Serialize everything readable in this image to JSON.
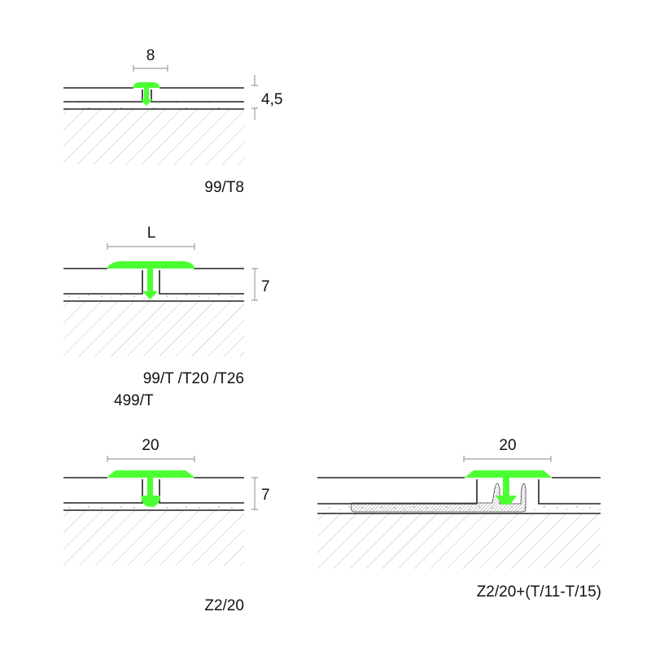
{
  "colors": {
    "profile": "#4cff33",
    "line": "#222222",
    "hatch": "#bdbdbd",
    "dim": "#888888"
  },
  "panels": [
    {
      "id": "99-T8",
      "width_dim": "8",
      "height_dim": "4,5",
      "caption_lines": [
        "99/T8"
      ]
    },
    {
      "id": "99-T",
      "width_dim": "L",
      "height_dim": "7",
      "caption_lines": [
        "99/T /T20 /T26",
        "499/T"
      ]
    },
    {
      "id": "Z2-20",
      "width_dim": "20",
      "height_dim": "7",
      "caption_lines": [
        "Z2/20"
      ]
    },
    {
      "id": "Z2-20-T",
      "width_dim": "20",
      "height_dim": "",
      "caption_lines": [
        "Z2/20+(T/11-T/15)"
      ]
    }
  ]
}
